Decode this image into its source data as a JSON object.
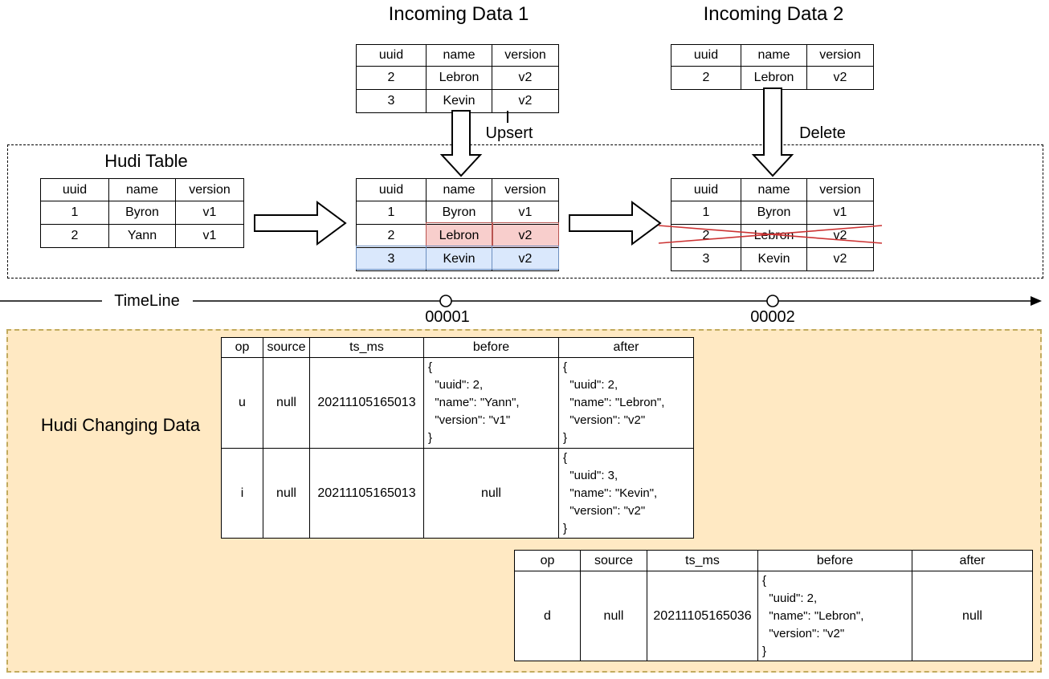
{
  "titles": {
    "incoming1": "Incoming Data 1",
    "incoming2": "Incoming Data 2",
    "hudi_box": "Hudi Table",
    "changing_box": "Hudi Changing Data"
  },
  "operations": {
    "upsert": "Upsert",
    "delete": "Delete"
  },
  "timeline": {
    "label": "TimeLine",
    "ticks": [
      "00001",
      "00002"
    ]
  },
  "colors": {
    "red_fill": "#f8cecc",
    "red_border": "#b85450",
    "blue_fill": "#dae8fc",
    "blue_border": "#6c8ebf",
    "yellow_fill": "#ffe9c3",
    "yellow_border": "#c2ab5e",
    "cross_red": "#cc3333"
  },
  "tables": {
    "incoming1": {
      "headers": [
        "uuid",
        "name",
        "version"
      ],
      "rows": [
        [
          "2",
          "Lebron",
          "v2"
        ],
        [
          "3",
          "Kevin",
          "v2"
        ]
      ]
    },
    "incoming2": {
      "headers": [
        "uuid",
        "name",
        "version"
      ],
      "rows": [
        [
          "2",
          "Lebron",
          "v2"
        ]
      ]
    },
    "hudi_initial": {
      "headers": [
        "uuid",
        "name",
        "version"
      ],
      "rows": [
        [
          "1",
          "Byron",
          "v1"
        ],
        [
          "2",
          "Yann",
          "v1"
        ]
      ]
    },
    "hudi_upserted": {
      "headers": [
        "uuid",
        "name",
        "version"
      ],
      "rows": [
        [
          "1",
          "Byron",
          "v1"
        ],
        [
          "2",
          "Lebron",
          "v2"
        ],
        [
          "3",
          "Kevin",
          "v2"
        ]
      ]
    },
    "hudi_deleted": {
      "headers": [
        "uuid",
        "name",
        "version"
      ],
      "rows": [
        [
          "1",
          "Byron",
          "v1"
        ],
        [
          "2",
          "Lebron",
          "v2"
        ],
        [
          "3",
          "Kevin",
          "v2"
        ]
      ]
    },
    "changelog1": {
      "headers": [
        "op",
        "source",
        "ts_ms",
        "before",
        "after"
      ],
      "rows": [
        [
          "u",
          "null",
          "20211105165013",
          "{\n  \"uuid\": 2,\n  \"name\": \"Yann\",\n  \"version\": \"v1\"\n}",
          "{\n  \"uuid\": 2,\n  \"name\": \"Lebron\",\n  \"version\": \"v2\"\n}"
        ],
        [
          "i",
          "null",
          "20211105165013",
          "null",
          "{\n  \"uuid\": 3,\n  \"name\": \"Kevin\",\n  \"version\": \"v2\"\n}"
        ]
      ]
    },
    "changelog2": {
      "headers": [
        "op",
        "source",
        "ts_ms",
        "before",
        "after"
      ],
      "rows": [
        [
          "d",
          "null",
          "20211105165036",
          "{\n  \"uuid\": 2,\n  \"name\": \"Lebron\",\n  \"version\": \"v2\"\n}",
          "null"
        ]
      ]
    }
  }
}
